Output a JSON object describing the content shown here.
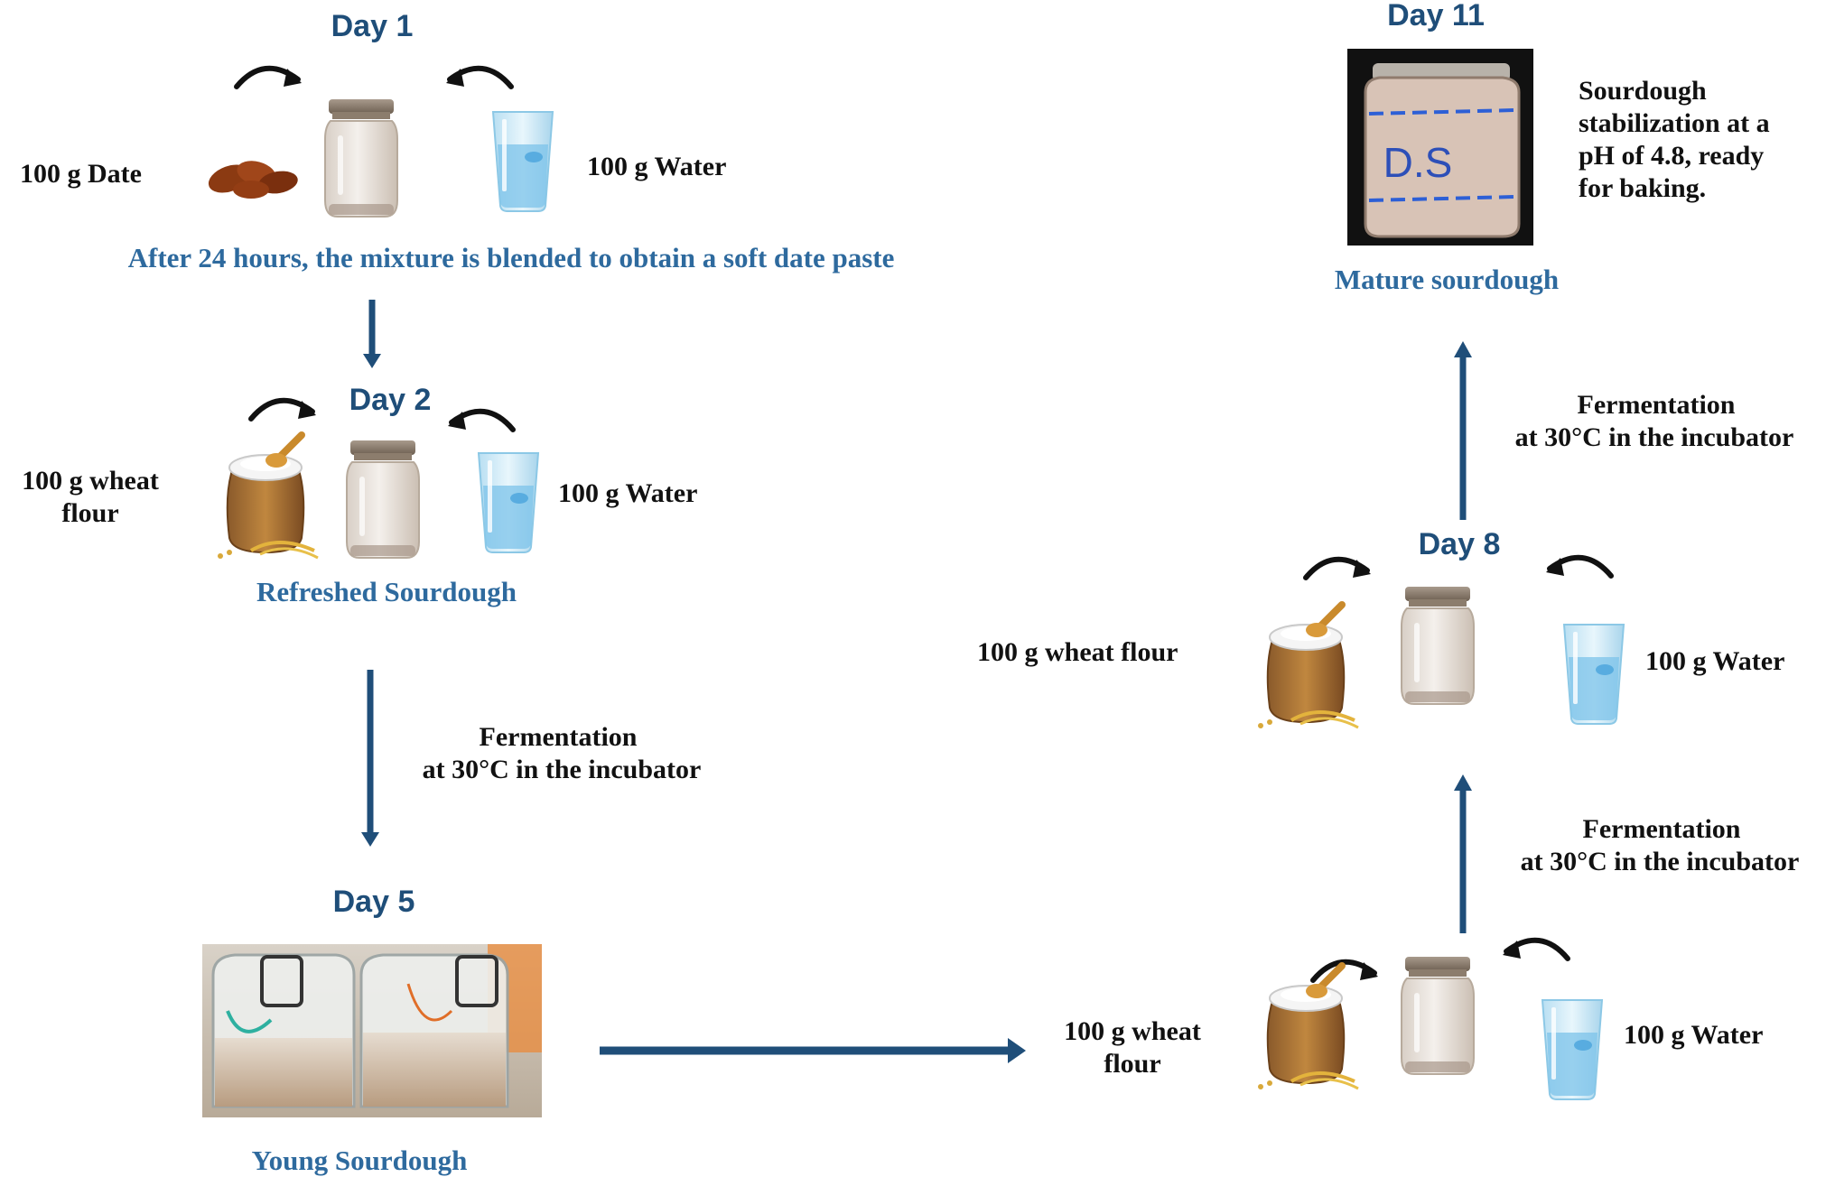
{
  "colors": {
    "day_title": "#1f4e79",
    "caption": "#2e6a9e",
    "arrow": "#1f4e79",
    "label": "#111111"
  },
  "day1": {
    "title": "Day 1",
    "left_label": "100 g  Date",
    "right_label": "100 g Water",
    "caption": "After 24 hours, the mixture is blended to obtain a soft date paste",
    "icons": [
      "dates-icon",
      "jar-icon",
      "water-glass-icon"
    ]
  },
  "day2": {
    "title": "Day 2",
    "left_label_line1": "100 g  wheat",
    "left_label_line2": "flour",
    "right_label": "100 g Water",
    "caption": "Refreshed Sourdough",
    "icons": [
      "flour-sack-icon",
      "jar-icon",
      "water-glass-icon"
    ]
  },
  "fermentation_1": {
    "line1": "Fermentation",
    "line2": "at 30°C in the incubator"
  },
  "day5": {
    "title": "Day 5",
    "caption": "Young Sourdough",
    "photo": "young-sourdough-jars-photo"
  },
  "refresh_bottom": {
    "left_label_line1": "100 g  wheat",
    "left_label_line2": "flour",
    "right_label": "100 g Water",
    "icons": [
      "flour-sack-icon",
      "jar-icon",
      "water-glass-icon"
    ]
  },
  "fermentation_2": {
    "line1": "Fermentation",
    "line2": "at 30°C in the incubator"
  },
  "day8": {
    "title": "Day 8",
    "left_label": "100 g  wheat flour",
    "right_label": "100 g Water",
    "icons": [
      "flour-sack-icon",
      "jar-icon",
      "water-glass-icon"
    ]
  },
  "fermentation_3": {
    "line1": "Fermentation",
    "line2": "at 30°C in the incubator"
  },
  "day11": {
    "title": "Day 11",
    "jar_label": "D.S",
    "note_lines": [
      "Sourdough",
      "stabilization at a",
      "pH  of  4.8,  ready",
      "for baking."
    ],
    "caption": "Mature sourdough",
    "photo": "mature-sourdough-jar-photo"
  }
}
